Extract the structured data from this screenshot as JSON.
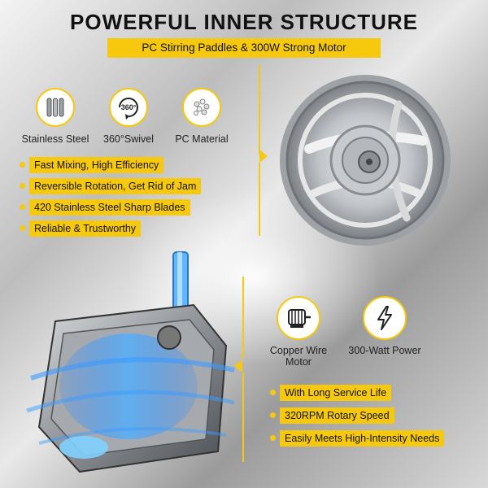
{
  "header": {
    "title": "POWERFUL INNER STRUCTURE",
    "subtitle": "PC Stirring Paddles & 300W Strong Motor"
  },
  "top_section": {
    "icons": [
      {
        "label": "Stainless Steel",
        "icon": "steel-rings-icon"
      },
      {
        "label": "360°Swivel",
        "icon": "swivel-360-icon",
        "badge": "360°"
      },
      {
        "label": "PC Material",
        "icon": "pc-material-icon"
      }
    ],
    "features": [
      "Fast Mixing, High Efficiency",
      "Reversible Rotation, Get Rid of Jam",
      "420 Stainless Steel Sharp Blades",
      "Reliable & Trustworthy"
    ]
  },
  "bottom_section": {
    "icons": [
      {
        "label": "Copper Wire Motor",
        "label_line1": "Copper Wire",
        "label_line2": "Motor",
        "icon": "copper-motor-icon"
      },
      {
        "label": "300-Watt Power",
        "icon": "lightning-icon"
      }
    ],
    "features": [
      "With Long Service Life",
      "320RPM Rotary Speed",
      "Easily Meets High-Intensity Needs"
    ]
  },
  "colors": {
    "accent": "#f6c90e",
    "text": "#111111",
    "motor_glow": "#3a9bff"
  }
}
